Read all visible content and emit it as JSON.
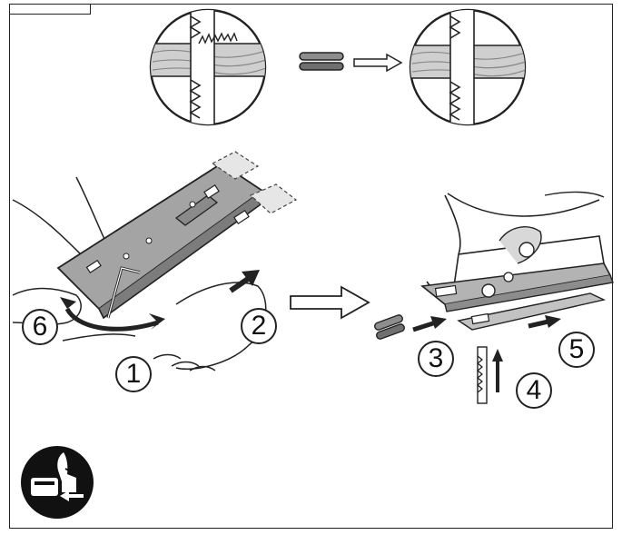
{
  "steps": {
    "one": "1",
    "two": "2",
    "three": "3",
    "four": "4",
    "five": "5",
    "six": "6"
  },
  "icons": {
    "top_left_circle": "wood-cut-rough-icon",
    "top_right_circle": "wood-cut-clean-icon",
    "splinter_guard": "splinter-guard-icon",
    "battery_warning": "remove-battery-icon"
  },
  "colors": {
    "line": "#222222",
    "gray": "#9a9a9a",
    "light_gray": "#d4d4d4",
    "icon_bg": "#111111"
  }
}
